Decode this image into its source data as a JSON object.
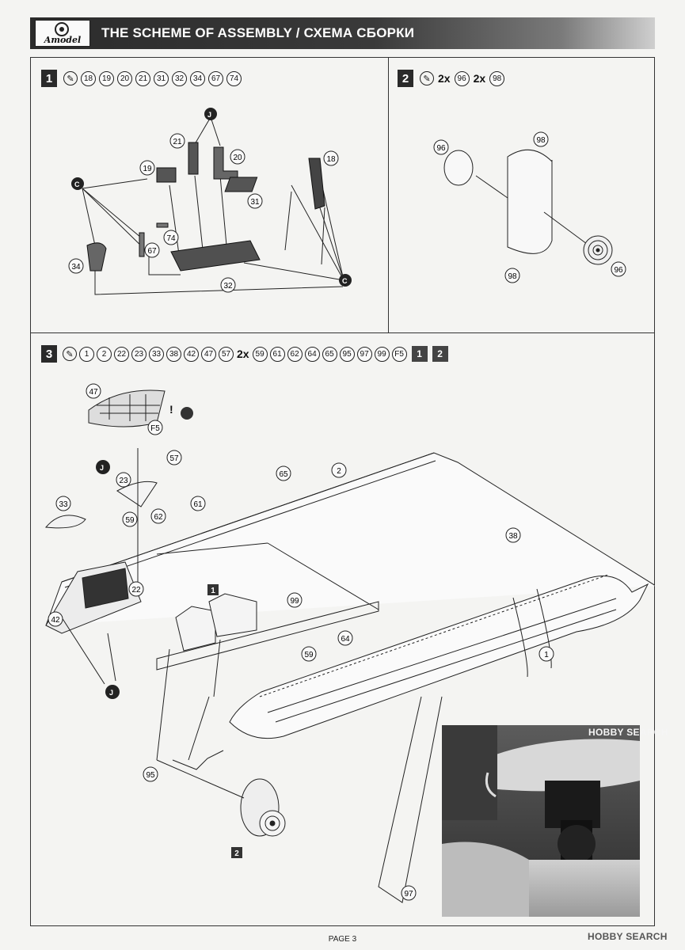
{
  "header": {
    "logo_text": "Amodel",
    "title": "THE SCHEME OF ASSEMBLY / СХЕМА СБОРКИ"
  },
  "steps": [
    {
      "number": "1",
      "parts": [
        "18",
        "19",
        "20",
        "21",
        "31",
        "32",
        "34",
        "67",
        "74"
      ]
    },
    {
      "number": "2",
      "mult1": "2x",
      "part1": "96",
      "mult2": "2x",
      "part2": "98"
    },
    {
      "number": "3",
      "parts_a": [
        "1",
        "2",
        "22",
        "23",
        "33",
        "38",
        "42",
        "47",
        "57"
      ],
      "mult": "2x",
      "parts_b": [
        "59",
        "61",
        "62",
        "64",
        "65",
        "95",
        "97",
        "99",
        "F5"
      ],
      "refs": [
        "1",
        "2"
      ]
    }
  ],
  "diagram1": {
    "callouts": [
      "21",
      "20",
      "19",
      "18",
      "31",
      "74",
      "67",
      "34",
      "32"
    ],
    "markers": [
      "J",
      "C",
      "C"
    ]
  },
  "diagram2": {
    "callouts": [
      "96",
      "98",
      "98",
      "96"
    ]
  },
  "diagram3": {
    "callouts": [
      "47",
      "F5",
      "57",
      "23",
      "33",
      "59",
      "62",
      "61",
      "65",
      "2",
      "38",
      "22",
      "42",
      "99",
      "1",
      "59",
      "64",
      "95",
      "97"
    ],
    "refs": [
      "1",
      "2"
    ],
    "markers": [
      "J",
      "J"
    ],
    "warning": "!"
  },
  "watermark": {
    "text1": "HOBBY SEARCH",
    "text2": "HOBBY SEARCH"
  },
  "footer": {
    "page": "PAGE 3"
  }
}
